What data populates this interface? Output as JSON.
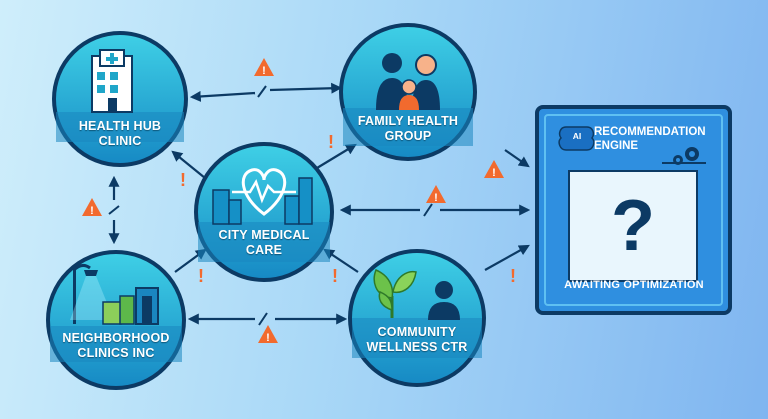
{
  "nodes": {
    "health_hub": {
      "label_line1": "HEALTH HUB",
      "label_line2": "CLINIC"
    },
    "family_health": {
      "label_line1": "FAMILY HEALTH",
      "label_line2": "GROUP"
    },
    "city_medical": {
      "label_line1": "CITY MEDICAL",
      "label_line2": "CARE"
    },
    "neighborhood": {
      "label_line1": "NEIGHBORHOOD",
      "label_line2": "CLINICS INC"
    },
    "community": {
      "label_line1": "COMMUNITY",
      "label_line2": "WELLNESS CTR"
    }
  },
  "engine": {
    "badge": "AI",
    "title_line1": "RECOMMENDATION",
    "title_line2": "ENGINE",
    "placeholder": "?",
    "status": "AWAITING OPTIMIZATION"
  },
  "colors": {
    "navy": "#0c3a64",
    "teal": "#1fa6c9",
    "warning": "#f26a2e",
    "panel_blue": "#2f8fe0"
  }
}
